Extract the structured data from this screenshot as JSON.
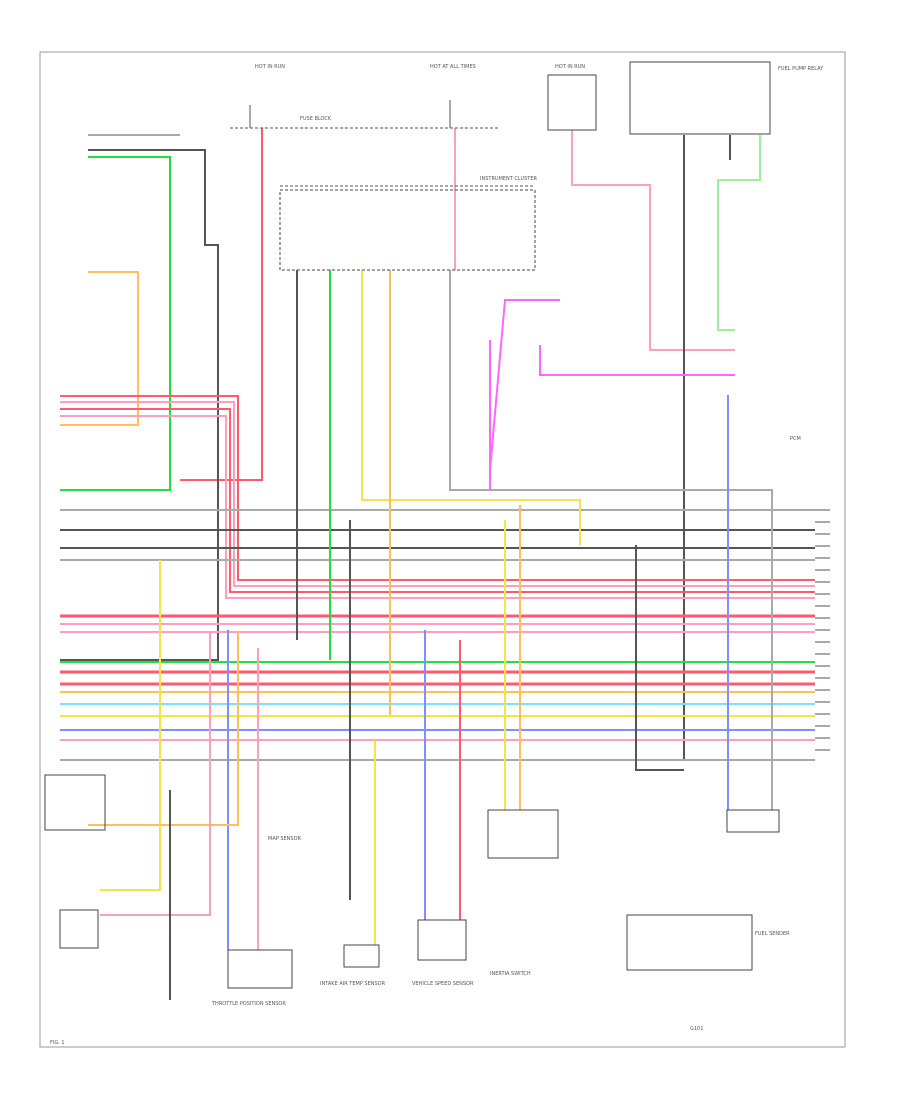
{
  "diagram": {
    "colors": {
      "red": "#ff5a6e",
      "pink": "#ff9fc0",
      "green": "#22dd44",
      "lightgreen": "#9cf09c",
      "yellow": "#f5e34a",
      "orange": "#ffbf5a",
      "blue": "#7f8fff",
      "cyan": "#7fe0f0",
      "magenta": "#ff66ff",
      "dkgray": "#555555",
      "gray": "#aaaaaa",
      "black": "#333333"
    },
    "labels": {
      "hot_left_top": "HOT IN RUN",
      "hot_mid_top": "HOT AT ALL TIMES",
      "hot_right_top": "HOT IN RUN",
      "fuse_box": "FUSE BLOCK",
      "instrument_cluster": "INSTRUMENT CLUSTER",
      "fuel_pump_relay": "FUEL PUMP RELAY",
      "tps_sensor": "THROTTLE POSITION SENSOR",
      "map_sensor": "MAP SENSOR",
      "iat_sensor": "INTAKE AIR TEMP SENSOR",
      "vss": "VEHICLE SPEED SENSOR",
      "fuel_sender": "FUEL SENDER",
      "inertia_switch": "INERTIA SWITCH",
      "pcm": "PCM",
      "ground": "G101",
      "footer": "FIG. 1"
    }
  }
}
